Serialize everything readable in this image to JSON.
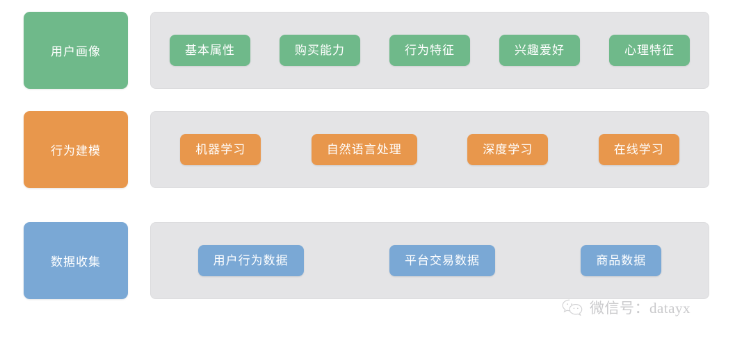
{
  "diagram": {
    "type": "layered-architecture",
    "colors": {
      "green": "#6fb98a",
      "orange": "#e8974c",
      "blue": "#7aa8d5",
      "band_background": "#e4e4e6",
      "page_background": "#ffffff",
      "watermark_text": "#cacacc"
    },
    "rows": [
      {
        "category": "用户画像",
        "color_key": "green",
        "tags": [
          "基本属性",
          "购买能力",
          "行为特征",
          "兴趣爱好",
          "心理特征"
        ]
      },
      {
        "category": "行为建模",
        "color_key": "orange",
        "tags": [
          "机器学习",
          "自然语言处理",
          "深度学习",
          "在线学习"
        ]
      },
      {
        "category": "数据收集",
        "color_key": "blue",
        "tags": [
          "用户行为数据",
          "平台交易数据",
          "商品数据"
        ]
      }
    ]
  },
  "watermark": {
    "icon": "wechat-icon",
    "text": "微信号：datayx"
  }
}
